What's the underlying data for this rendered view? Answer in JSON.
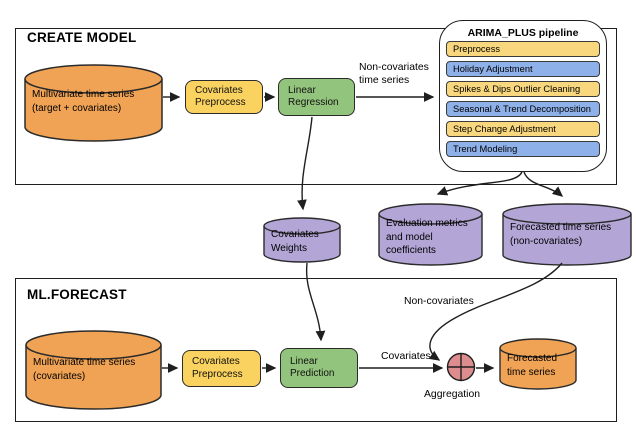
{
  "create_model": {
    "title": "CREATE MODEL",
    "input_cylinder_label": "Multivariate time series (target + covariates)",
    "preprocess_label": "Covariates Preprocess",
    "regression_label": "Linear Regression",
    "arrow_label": "Non-covariates time series"
  },
  "pipeline": {
    "title": "ARIMA_PLUS pipeline",
    "steps": [
      {
        "label": "Preprocess",
        "color": "#F8D77E"
      },
      {
        "label": "Holiday Adjustment",
        "color": "#8FB1E9"
      },
      {
        "label": "Spikes & Dips Outlier Cleaning",
        "color": "#F8D77E"
      },
      {
        "label": "Seasonal & Trend Decomposition",
        "color": "#8FB1E9"
      },
      {
        "label": "Step Change Adjustment",
        "color": "#F8D77E"
      },
      {
        "label": "Trend Modeling",
        "color": "#8FB1E9"
      }
    ]
  },
  "outputs": {
    "covariates_weights_label": "Covariates Weights",
    "evaluation_metrics_label": "Evaluation metrics and model coefficients",
    "forecasted_noncov_label": "Forecasted time series (non-covariates)"
  },
  "ml_forecast": {
    "title": "ML.FORECAST",
    "input_cylinder_label": "Multivariate time series (covariates)",
    "preprocess_label": "Covariates Preprocess",
    "prediction_label": "Linear Prediction",
    "covariates_arrow_label": "Covariates",
    "noncovariates_arrow_label": "Non-covariates",
    "aggregation_label": "Aggregation",
    "forecasted_cylinder_label": "Forecasted time series"
  },
  "colors": {
    "orange_cylinder": "#F0A355",
    "purple_cylinder": "#B3A6D6",
    "yellow_process": "#FAD25F",
    "green_process": "#93C47D",
    "pipeline_yellow": "#F8D77E",
    "pipeline_blue": "#8FB1E9",
    "aggregation_pink": "#DE8D8E",
    "line": "#1f1f1f"
  }
}
